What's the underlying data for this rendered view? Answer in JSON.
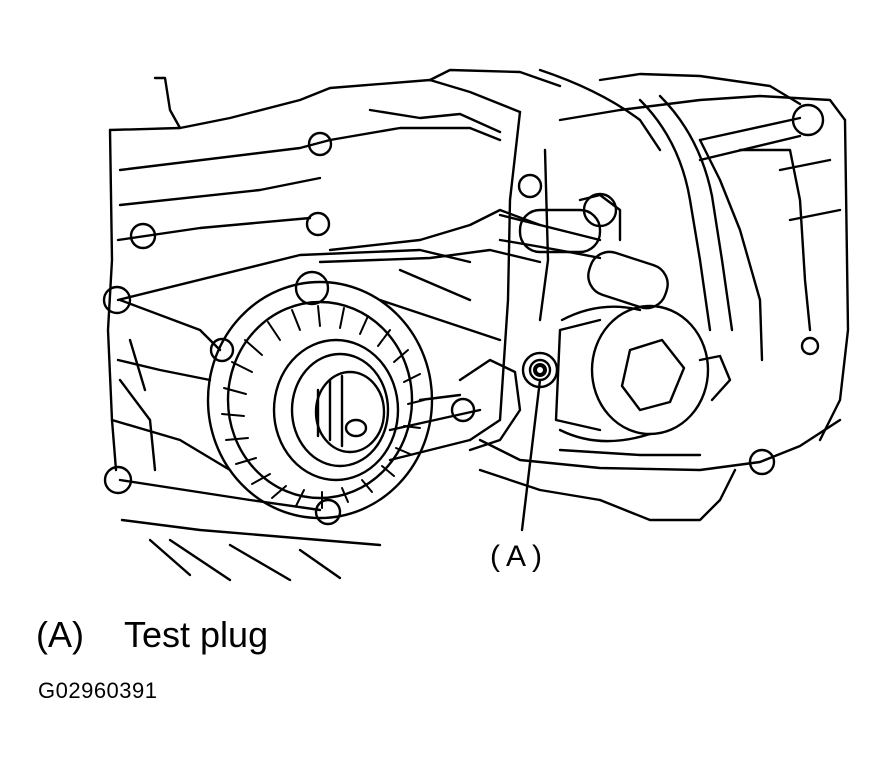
{
  "callout": {
    "label": "(A)"
  },
  "legend": {
    "key": "(A)",
    "text": "Test plug"
  },
  "figure_id": "G02960391"
}
